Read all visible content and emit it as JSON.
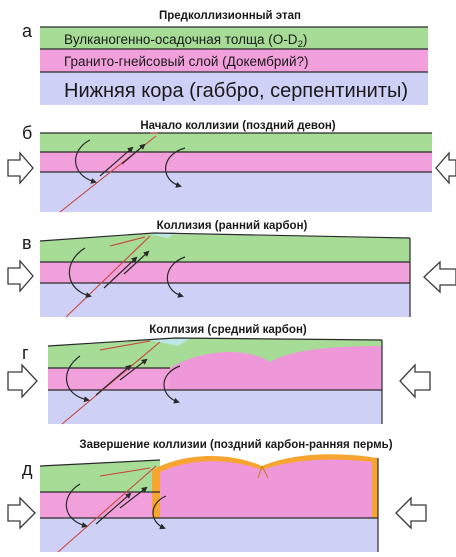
{
  "stages": [
    {
      "id": "a",
      "label": "а",
      "title": "Предколлизионный этап"
    },
    {
      "id": "b",
      "label": "б",
      "title": "Начало коллизии (поздний девон)"
    },
    {
      "id": "v",
      "label": "в",
      "title": "Коллизия (ранний карбон)"
    },
    {
      "id": "g",
      "label": "г",
      "title": "Коллизия (средний карбон)"
    },
    {
      "id": "d",
      "label": "д",
      "title": "Завершение коллизии (поздний карбон-ранняя пермь)"
    }
  ],
  "layers": {
    "upper": "Вулканогенно-осадочная толща (O-D",
    "upper_sub": "2",
    "upper_close": ")",
    "middle": "Гранито-гнейсовый слой (Докембрий?)",
    "lower": "Нижняя кора (габбро, серпентиниты)"
  },
  "colors": {
    "volcanic_sedimentary": "#a6dc96",
    "granite_gneiss": "#f2a0dc",
    "lower_crust": "#cfd0f6",
    "granite_intrusion": "#ee98da",
    "contact_aureole": "#f7a531",
    "fault": "#c8463c",
    "outline": "#2a2a2a"
  },
  "icons": [
    "compression-arrow-icon",
    "rotation-arrow-icon",
    "thrust-arrow-icon"
  ]
}
